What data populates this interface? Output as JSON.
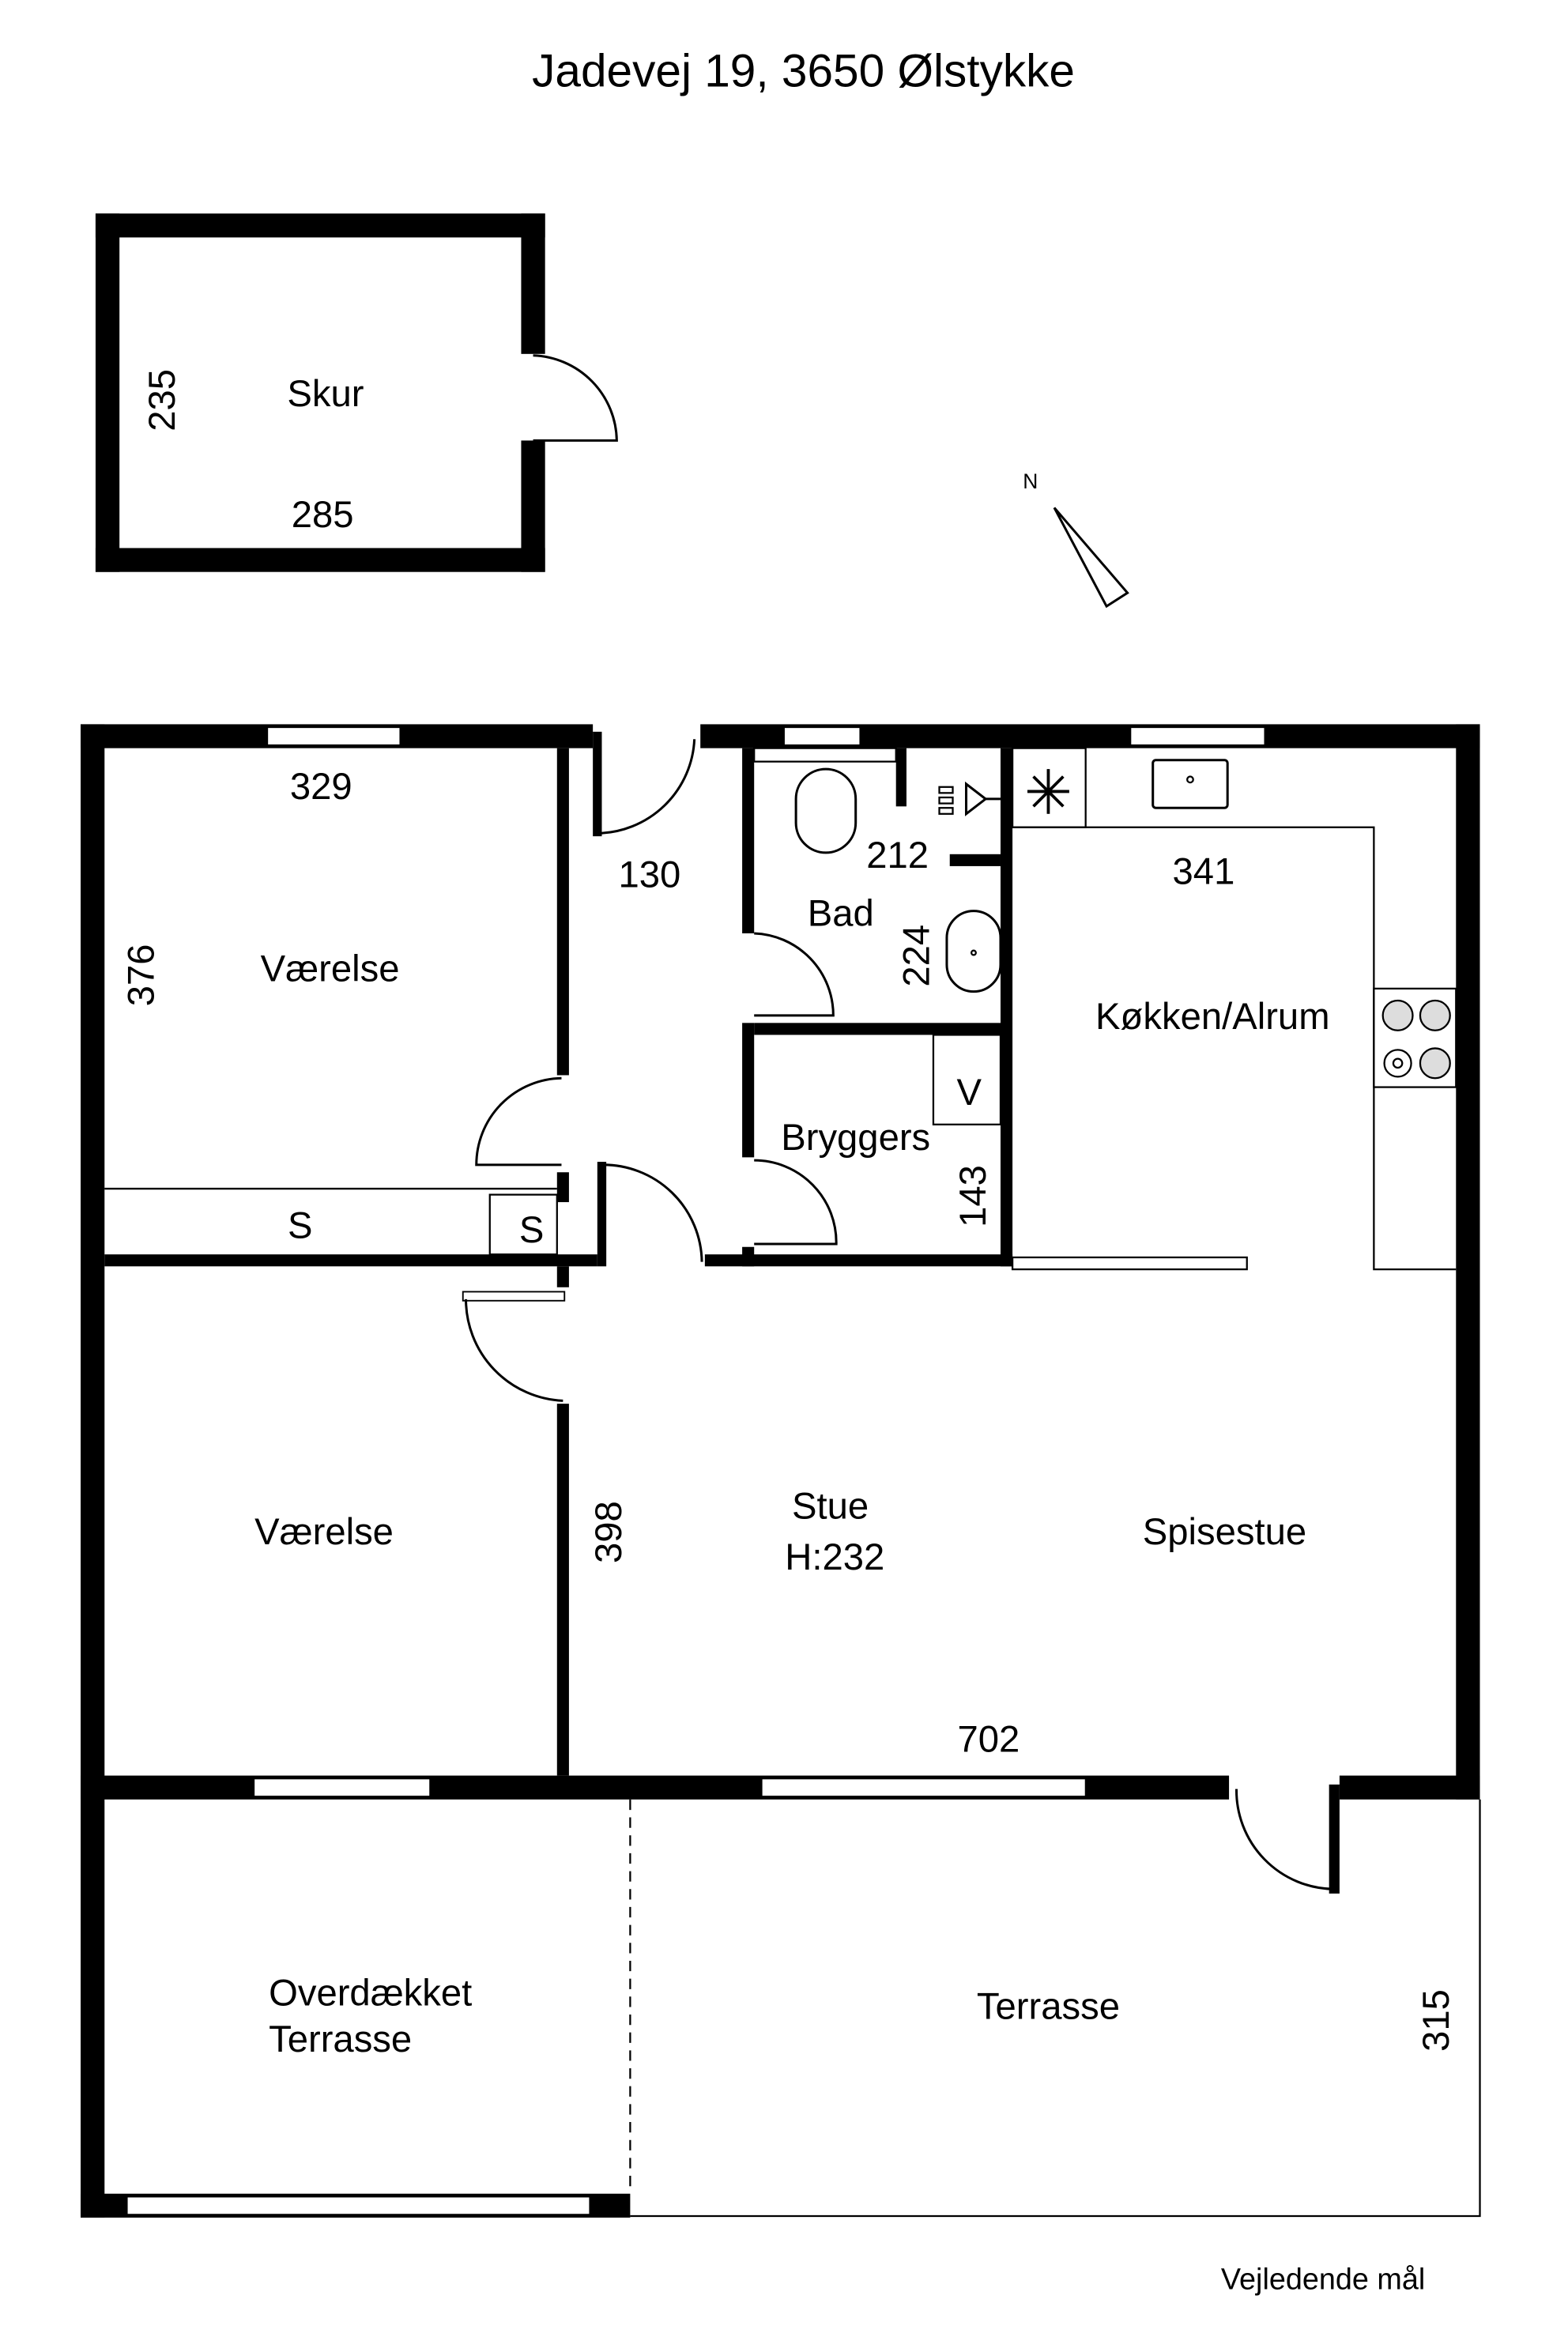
{
  "title": "Jadevej 19, 3650 Ølstykke",
  "compass_label": "N",
  "footer": "Vejledende mål",
  "rooms": {
    "skur": {
      "name": "Skur",
      "dim_v": "235",
      "dim_h": "285"
    },
    "vaerelse1": {
      "name": "Værelse",
      "dim_h": "329",
      "dim_v": "376"
    },
    "entre": {
      "dim": "130"
    },
    "bad": {
      "name": "Bad",
      "dim_h": "212",
      "dim_v": "224"
    },
    "bryggers": {
      "name": "Bryggers",
      "dim_v": "143",
      "v_label": "V"
    },
    "kokken": {
      "name": "Køkken/Alrum",
      "dim_h": "341"
    },
    "skab1": {
      "label": "S"
    },
    "skab2": {
      "label": "S"
    },
    "vaerelse2": {
      "name": "Værelse"
    },
    "stue": {
      "name": "Stue",
      "height": "H:232",
      "dim_v": "398",
      "dim_h": "702"
    },
    "spisestue": {
      "name": "Spisestue"
    },
    "overdaekket": {
      "line1": "Overdækket",
      "line2": "Terrasse"
    },
    "terrasse": {
      "name": "Terrasse",
      "dim_v": "315"
    }
  }
}
